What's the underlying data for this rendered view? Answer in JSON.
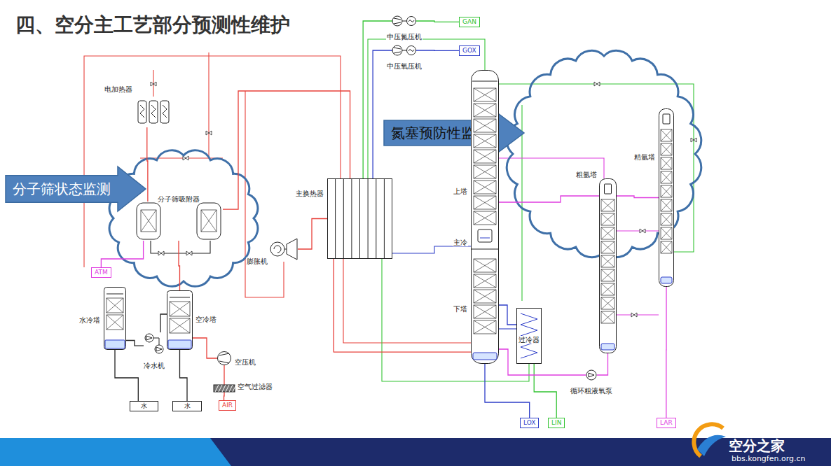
{
  "diagram": {
    "title": "四、空分主工艺部分预测性维护",
    "nodes": [
      {
        "text": [
          "中压氮压机"
        ]
      },
      {
        "text": [
          "GAN"
        ]
      },
      {
        "text": [
          "中压氧压机"
        ]
      },
      {
        "text": [
          "GOX"
        ]
      },
      {
        "text": [
          "电加热器"
        ]
      },
      {
        "text": [
          "氮塞预防性监测"
        ]
      },
      {
        "text": [
          "精氩塔"
        ]
      },
      {
        "text": [
          "粗氩塔"
        ]
      },
      {
        "text": [
          "分子筛状态监测"
        ]
      },
      {
        "text": [
          "分子筛吸附器"
        ]
      },
      {
        "text": [
          "主换热器"
        ]
      },
      {
        "text": [
          "上塔",
          "主冷",
          "下塔"
        ]
      },
      {
        "text": [
          "膨胀机"
        ]
      },
      {
        "text": [
          "ATM"
        ]
      },
      {
        "text": [
          "水冷塔"
        ]
      },
      {
        "text": [
          "空冷塔"
        ]
      },
      {
        "text": [
          "过冷器"
        ]
      },
      {
        "text": [
          "冷水机"
        ]
      },
      {
        "text": [
          "空压机"
        ]
      },
      {
        "text": [
          "循环粗液氧泵"
        ]
      },
      {
        "text": [
          "空气过滤器"
        ]
      },
      {
        "text": [
          "AIR"
        ]
      },
      {
        "text": [
          "水"
        ]
      },
      {
        "text": [
          "水"
        ]
      },
      {
        "text": [
          "LOX"
        ]
      },
      {
        "text": [
          "LIN"
        ]
      },
      {
        "text": [
          "LAR"
        ]
      }
    ],
    "edges": [
      {
        "from": 21,
        "to": 20,
        "arrow": "none"
      },
      {
        "from": 20,
        "to": 18,
        "arrow": "none"
      },
      {
        "from": 18,
        "to": 15,
        "arrow": "none"
      },
      {
        "from": 15,
        "to": 9,
        "arrow": "none"
      },
      {
        "from": 9,
        "to": 13,
        "arrow": "none"
      },
      {
        "from": 4,
        "to": 9,
        "arrow": "none"
      },
      {
        "from": 9,
        "to": 10,
        "arrow": "none"
      },
      {
        "from": 10,
        "to": 11,
        "arrow": "none"
      },
      {
        "from": 12,
        "to": 10,
        "arrow": "none"
      },
      {
        "from": 10,
        "to": 0,
        "arrow": "none"
      },
      {
        "from": 10,
        "to": 2,
        "arrow": "none"
      },
      {
        "from": 0,
        "to": 1,
        "arrow": "none"
      },
      {
        "from": 2,
        "to": 3,
        "arrow": "none"
      },
      {
        "from": 14,
        "to": 17,
        "arrow": "none"
      },
      {
        "from": 17,
        "to": 15,
        "arrow": "none"
      },
      {
        "from": 22,
        "to": 14,
        "arrow": "none"
      },
      {
        "from": 15,
        "to": 23,
        "arrow": "none"
      },
      {
        "from": 11,
        "to": 16,
        "arrow": "none"
      },
      {
        "from": 16,
        "to": 25,
        "arrow": "none"
      },
      {
        "from": 11,
        "to": 24,
        "arrow": "none"
      },
      {
        "from": 11,
        "to": 7,
        "arrow": "none"
      },
      {
        "from": 7,
        "to": 19,
        "arrow": "none"
      },
      {
        "from": 19,
        "to": 11,
        "arrow": "none"
      },
      {
        "from": 7,
        "to": 6,
        "arrow": "none"
      },
      {
        "from": 6,
        "to": 26,
        "arrow": "none"
      }
    ],
    "labels": [
      "空分之家",
      "bbs.kongfen.org.cn"
    ]
  }
}
